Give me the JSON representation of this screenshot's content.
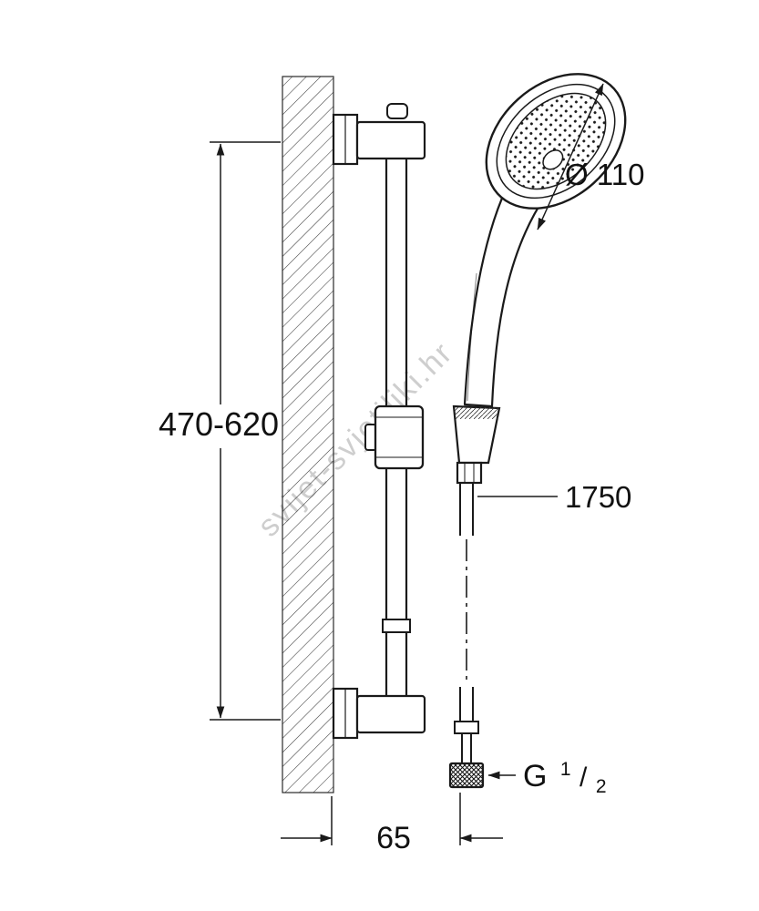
{
  "drawing": {
    "type": "technical-installation-drawing",
    "subject": "shower rail set with hand shower and hose, wall mounted",
    "watermark": "svijet-svjetiljki.hr",
    "labels": {
      "rail_height": "470-620",
      "head_diameter": "Ø 110",
      "hose_length": "1750",
      "wall_distance": "65",
      "thread": {
        "prefix": "G",
        "numerator": "1",
        "separator": "/",
        "denominator": "2"
      }
    },
    "colors": {
      "line": "#1a1a1a",
      "background": "#ffffff",
      "watermark": "#c6c6c6"
    }
  }
}
